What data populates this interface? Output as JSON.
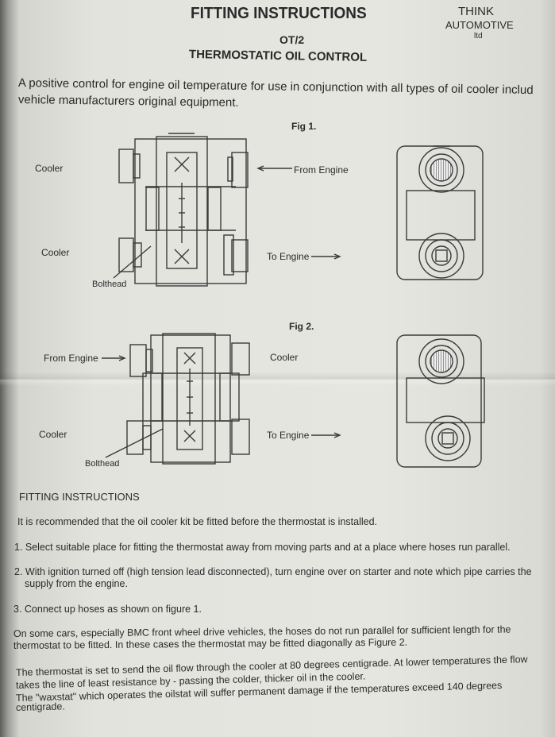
{
  "header": {
    "title": "FITTING INSTRUCTIONS",
    "brand": {
      "line1": "THINK",
      "line2": "AUTOMOTIVE",
      "line3": "ltd"
    },
    "product_code": "OT/2",
    "product_name": "THERMOSTATIC OIL CONTROL"
  },
  "intro": {
    "line1": "A positive control for engine oil temperature for use in conjunction with all types of oil cooler includ",
    "line2": "vehicle manufacturers original equipment."
  },
  "figure1": {
    "label": "Fig 1.",
    "cooler_top": "Cooler",
    "from_engine": "From Engine",
    "cooler_bottom": "Cooler",
    "to_engine": "To Engine",
    "bolthead": "Bolthead"
  },
  "figure2": {
    "label": "Fig 2.",
    "from_engine": "From Engine",
    "cooler_right": "Cooler",
    "cooler_left": "Cooler",
    "to_engine": "To Engine",
    "bolthead": "Bolthead"
  },
  "instructions": {
    "heading": "FITTING INSTRUCTIONS",
    "recommendation": "It is recommended that the oil cooler kit be fitted before the thermostat is installed.",
    "step1": "1. Select suitable place for fitting the thermostat away from moving parts and at a place where hoses run parallel.",
    "step2_line1": "2. With ignition turned off (high tension lead disconnected), turn engine over on starter and note which pipe carries the",
    "step2_line2": "supply from the engine.",
    "step3": "3. Connect up hoses as shown on figure 1.",
    "note1_line1": "On some cars, especially BMC front wheel drive vehicles, the hoses do not run parallel for sufficient length for the",
    "note1_line2": "thermostat to be fitted. In these cases the thermostat may be fitted diagonally as Figure 2.",
    "note2_line1": "The thermostat is set to send the oil flow through the cooler at 80 degrees centigrade. At lower temperatures the flow",
    "note2_line2": "takes the line of least resistance by - passing the colder, thicker oil in the cooler.",
    "note2_line3": "The \"waxstat\" which operates the oilstat will suffer permanent damage if the temperatures exceed 140 degrees",
    "note2_line4": "centigrade."
  }
}
